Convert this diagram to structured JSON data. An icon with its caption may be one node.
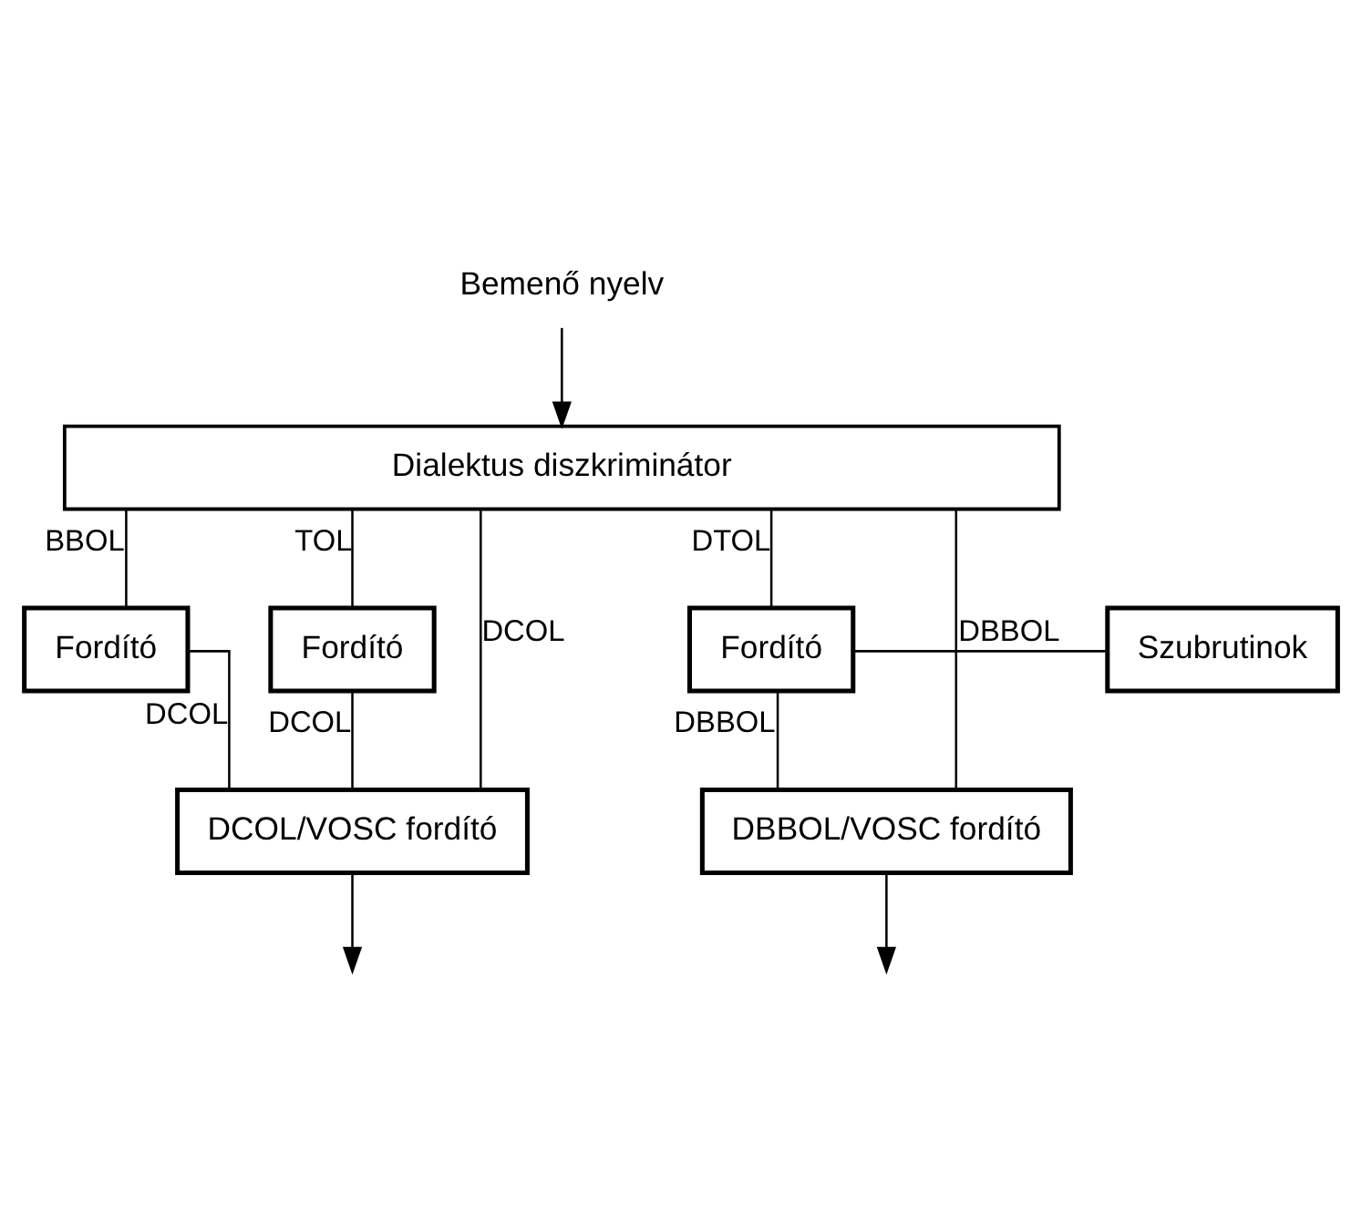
{
  "diagram": {
    "nodes": [
      {
        "text": [
          "Bemenő nyelv"
        ]
      },
      {
        "text": [
          "Dialektus diszkriminátor"
        ]
      },
      {
        "text": [
          "Fordító"
        ]
      },
      {
        "text": [
          "Fordító"
        ]
      },
      {
        "text": [
          "Fordító"
        ]
      },
      {
        "text": [
          "Szubrutinok"
        ]
      },
      {
        "text": [
          "DCOL/VOSC fordító"
        ]
      },
      {
        "text": [
          "DBBOL/VOSC fordító"
        ]
      }
    ],
    "edges": [
      {
        "from": 0,
        "to": 1,
        "arrow": "to"
      },
      {
        "from": 1,
        "to": 6,
        "arrow": "none",
        "label": "DCOL"
      },
      {
        "from": 1,
        "to": 2,
        "arrow": "none",
        "label": "BBOL"
      },
      {
        "from": 2,
        "to": 6,
        "arrow": "none",
        "label": "DCOL"
      },
      {
        "from": 1,
        "to": 3,
        "arrow": "none",
        "label": "TOL"
      },
      {
        "from": 3,
        "to": 6,
        "arrow": "none",
        "label": "DCOL"
      },
      {
        "from": 1,
        "to": 7,
        "arrow": "none",
        "label": "DBBOL"
      },
      {
        "from": 1,
        "to": 4,
        "arrow": "none",
        "label": "DTOL"
      },
      {
        "from": 4,
        "to": 7,
        "arrow": "none",
        "label": "DBBOL"
      },
      {
        "from": 4,
        "to": 5,
        "arrow": "none"
      },
      {
        "from": 6,
        "to": null,
        "arrow": "to"
      },
      {
        "from": 7,
        "to": null,
        "arrow": "to"
      }
    ]
  }
}
